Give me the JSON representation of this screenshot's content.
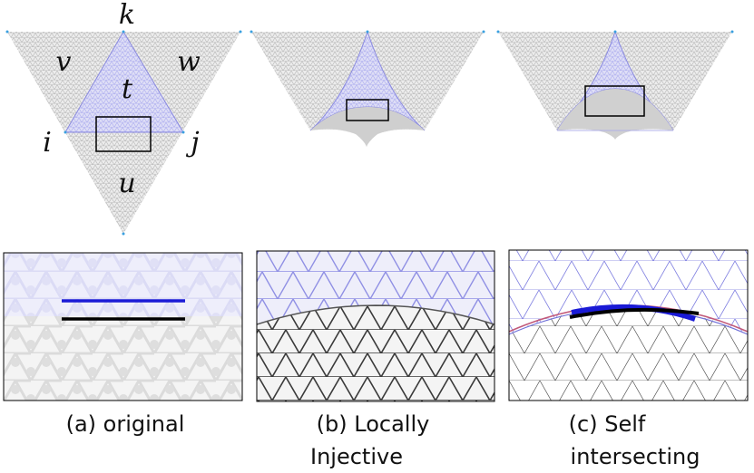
{
  "vertex_labels": {
    "k": "k",
    "i": "i",
    "j": "j",
    "t": "t",
    "u": "u",
    "v": "v",
    "w": "w"
  },
  "captions": {
    "a": [
      "(a) original"
    ],
    "b": [
      "(b) Locally",
      "Injective"
    ],
    "c": [
      "(c) Self",
      "intersecting"
    ]
  },
  "colors": {
    "mesh_gray": "#9a9a9a",
    "mesh_blue": "#8a8ae0",
    "fill_gray": "#e6e6e6",
    "fill_blue": "#dcdcf6",
    "edge_blue": "#1a1ad6",
    "edge_black": "#000000",
    "edge_red": "#d04a4a"
  },
  "icons": {
    "highlight_box": "zoom-region-rectangle"
  }
}
